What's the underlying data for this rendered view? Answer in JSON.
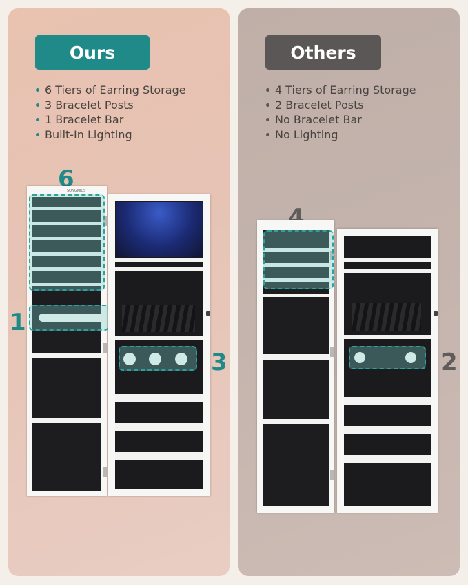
{
  "ours": {
    "badge": "Ours",
    "features": [
      "6 Tiers of Earring Storage",
      "3 Bracelet Posts",
      "1 Bracelet Bar",
      "Built-In Lighting"
    ],
    "callouts": {
      "tiers": "6",
      "bar": "1",
      "posts": "3"
    },
    "brand_mark": "SONGMICS",
    "accent": "#1f8a88"
  },
  "others": {
    "badge": "Others",
    "features": [
      "4 Tiers of Earring Storage",
      "2 Bracelet Posts",
      "No Bracelet Bar",
      "No Lighting"
    ],
    "callouts": {
      "tiers": "4",
      "posts": "2"
    },
    "accent": "#5a5756"
  }
}
